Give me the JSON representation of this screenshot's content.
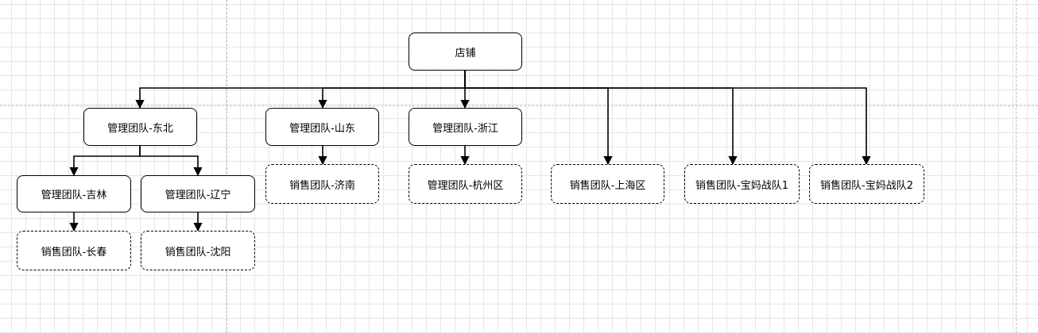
{
  "diagram": {
    "root": "店铺",
    "nodes": {
      "root": {
        "label": "店铺",
        "style": "solid"
      },
      "mgmt_northeast": {
        "label": "管理团队-东北",
        "style": "solid"
      },
      "mgmt_shandong": {
        "label": "管理团队-山东",
        "style": "solid"
      },
      "mgmt_zhejiang": {
        "label": "管理团队-浙江",
        "style": "solid"
      },
      "sales_shanghai": {
        "label": "销售团队-上海区",
        "style": "dashed"
      },
      "sales_mom1": {
        "label": "销售团队-宝妈战队1",
        "style": "dashed"
      },
      "sales_mom2": {
        "label": "销售团队-宝妈战队2",
        "style": "dashed"
      },
      "mgmt_jilin": {
        "label": "管理团队-吉林",
        "style": "solid"
      },
      "mgmt_liaoning": {
        "label": "管理团队-辽宁",
        "style": "solid"
      },
      "sales_jinan": {
        "label": "销售团队-济南",
        "style": "dashed"
      },
      "mgmt_hangzhou": {
        "label": "管理团队-杭州区",
        "style": "dashed"
      },
      "sales_changchun": {
        "label": "销售团队-长春",
        "style": "dashed"
      },
      "sales_shenyang": {
        "label": "销售团队-沈阳",
        "style": "dashed"
      }
    },
    "edges": [
      [
        "root",
        "mgmt_northeast"
      ],
      [
        "root",
        "mgmt_shandong"
      ],
      [
        "root",
        "mgmt_zhejiang"
      ],
      [
        "root",
        "sales_shanghai"
      ],
      [
        "root",
        "sales_mom1"
      ],
      [
        "root",
        "sales_mom2"
      ],
      [
        "mgmt_northeast",
        "mgmt_jilin"
      ],
      [
        "mgmt_northeast",
        "mgmt_liaoning"
      ],
      [
        "mgmt_shandong",
        "sales_jinan"
      ],
      [
        "mgmt_zhejiang",
        "mgmt_hangzhou"
      ],
      [
        "mgmt_jilin",
        "sales_changchun"
      ],
      [
        "mgmt_liaoning",
        "sales_shenyang"
      ]
    ]
  }
}
